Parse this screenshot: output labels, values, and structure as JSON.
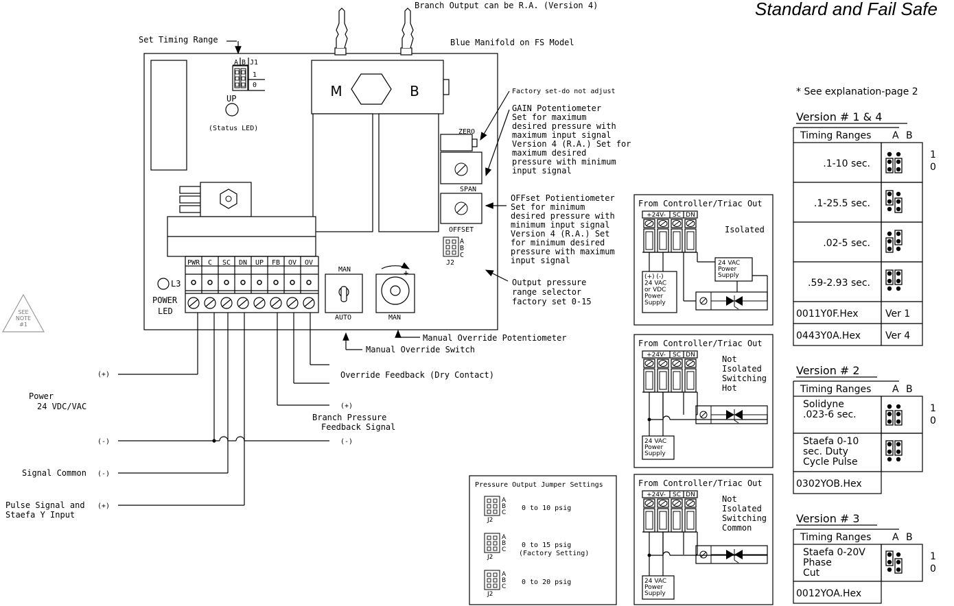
{
  "title": "Standard and Fail Safe",
  "top_note": "Branch Output can be R.A. (Version 4)",
  "board": {
    "set_timing_range": "Set Timing Range",
    "j1_a": "A",
    "j1_b": "B",
    "j1_label": "J1",
    "j1_one": "1",
    "j1_zero": "0",
    "up_label": "UP",
    "status_led": "(Status LED)",
    "manifold_note": "Blue Manifold on FS Model",
    "manifold_m": "M",
    "manifold_b": "B",
    "zero": "ZERO",
    "span": "SPAN",
    "offset": "OFFSET",
    "j2": "J2",
    "j2_a": "A",
    "j2_b": "B",
    "j2_c": "C",
    "l3": "L3",
    "power_led_1": "POWER",
    "power_led_2": "LED",
    "terminals": [
      "PWR",
      "C",
      "SC",
      "DN",
      "UP",
      "FB",
      "OV",
      "OV"
    ],
    "man_switch_top": "MAN",
    "man_switch_bottom": "AUTO",
    "man_pot_label": "MAN",
    "pot_sign_minus": "-",
    "pot_sign_plus": "+"
  },
  "annotations": {
    "factory_set": "Factory set-do not adjust",
    "gain": [
      "GAIN Potentiometer",
      "Set for maximum",
      "desired pressure with",
      "maximum input signal",
      "Version 4 (R.A.) Set for",
      "maximum desired",
      "pressure with minimum",
      "input signal"
    ],
    "offset": [
      "OFFset Potientiometer",
      "Set for minimum",
      "desired pressure with",
      "minimum input signal",
      "Version 4 (R.A.)  Set",
      "for minimum desired",
      "pressure with maximum",
      "input signal"
    ],
    "output_range": [
      "Output pressure",
      "range selector",
      "factory set 0-15"
    ],
    "manual_pot": "Manual Override Potentiometer",
    "manual_switch": "Manual Override Switch",
    "override_feedback": "Override Feedback (Dry Contact)",
    "branch_plus": "(+)",
    "branch_feedback": [
      "Branch Pressure",
      "Feedback Signal"
    ],
    "branch_minus": "(-)",
    "see_note": [
      "SEE",
      "NOTE",
      "#1"
    ]
  },
  "wiring": {
    "power_plus": "(+)",
    "power_label": [
      "Power",
      "24 VDC/VAC"
    ],
    "power_minus": "(-)",
    "signal_common": "Signal Common",
    "signal_common_sign": "(-)",
    "pulse_label": [
      "Pulse Signal and",
      "Staefa Y Input"
    ],
    "pulse_sign": "(+)"
  },
  "pressure_jumpers": {
    "title": "Pressure Output Jumper Settings",
    "rows": [
      {
        "range": "0 to 10 psig",
        "note": ""
      },
      {
        "range": "0 to 15 psig",
        "note": "(Factory Setting)"
      },
      {
        "range": "0 to 20 psig",
        "note": ""
      }
    ],
    "j2": "J2",
    "a": "A",
    "b": "B",
    "c": "C"
  },
  "controller_panels": [
    {
      "title": "From Controller/Triac Out",
      "terminals": [
        "+24V-",
        "SC",
        "DN"
      ],
      "label": [
        "Isolated"
      ],
      "supply_left": [
        "(+)  (-)",
        "24 VAC",
        "or VDC",
        "Power",
        "Supply"
      ],
      "supply_right": [
        "24 VAC",
        "Power",
        "Supply"
      ]
    },
    {
      "title": "From Controller/Triac Out",
      "terminals": [
        "+24V-",
        "SC",
        "DN"
      ],
      "label": [
        "Not",
        "Isolated",
        "Switching",
        "Hot"
      ],
      "supply_left": [
        "24 VAC",
        "Power",
        "Supply"
      ]
    },
    {
      "title": "From Controller/Triac Out",
      "terminals": [
        "+24V-",
        "SC",
        "DN"
      ],
      "label": [
        "Not",
        "Isolated",
        "Switching",
        "Common"
      ],
      "supply_left": [
        "24 VAC",
        "Power",
        "Supply"
      ]
    }
  ],
  "explanation_note": "* See explanation-page 2",
  "versions": [
    {
      "heading": "Version # 1 & 4",
      "header": "Timing Ranges",
      "col_a": "A",
      "col_b": "B",
      "one": "1",
      "zero": "0",
      "rows": [
        ".1-10 sec.",
        ".1-25.5 sec.",
        ".02-5 sec.",
        ".59-2.93 sec."
      ],
      "hex": [
        {
          "file": "0011Y0F.Hex",
          "ver": "Ver 1"
        },
        {
          "file": "0443Y0A.Hex",
          "ver": "Ver 4"
        }
      ]
    },
    {
      "heading": "Version # 2",
      "header": "Timing Ranges",
      "col_a": "A",
      "col_b": "B",
      "one": "1",
      "zero": "0",
      "rows": [
        [
          "Solidyne",
          ".023-6 sec."
        ],
        [
          "Staefa 0-10",
          "sec. Duty",
          "Cycle Pulse"
        ]
      ],
      "hex": [
        {
          "file": "0302YOB.Hex"
        }
      ]
    },
    {
      "heading": "Version # 3",
      "header": "Timing Ranges",
      "col_a": "A",
      "col_b": "B",
      "one": "1",
      "zero": "0",
      "rows": [
        [
          "Staefa 0-20V",
          "Phase",
          "Cut"
        ]
      ],
      "hex": [
        {
          "file": "0012YOA.Hex"
        }
      ]
    }
  ]
}
